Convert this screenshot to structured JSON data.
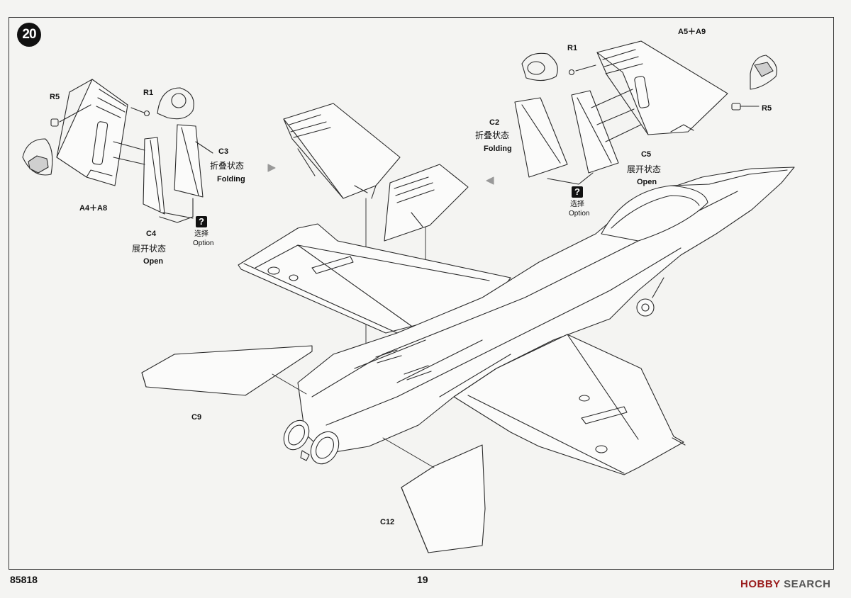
{
  "step": "20",
  "labels": {
    "r5_left": "R5",
    "r1_left": "R1",
    "a4_a8": "A4＋A8",
    "c3": "C3",
    "c4": "C4",
    "r1_right": "R1",
    "a5_a9": "A5＋A9",
    "r5_right": "R5",
    "c2": "C2",
    "c5": "C5",
    "c9": "C9",
    "c12": "C12"
  },
  "states": {
    "folding_cn": "折叠状态",
    "folding_en": "Folding",
    "open_cn": "展开状态",
    "open_en": "Open",
    "option_cn": "选择",
    "option_en": "Option",
    "option_mark": "?"
  },
  "footer": {
    "code": "85818",
    "page": "19",
    "watermark_brand": "HOBBY",
    "watermark_rest": " SEARCH"
  },
  "colors": {
    "line": "#2a2a2a",
    "arrow_fill": "#999999",
    "paper": "#f4f4f2"
  }
}
